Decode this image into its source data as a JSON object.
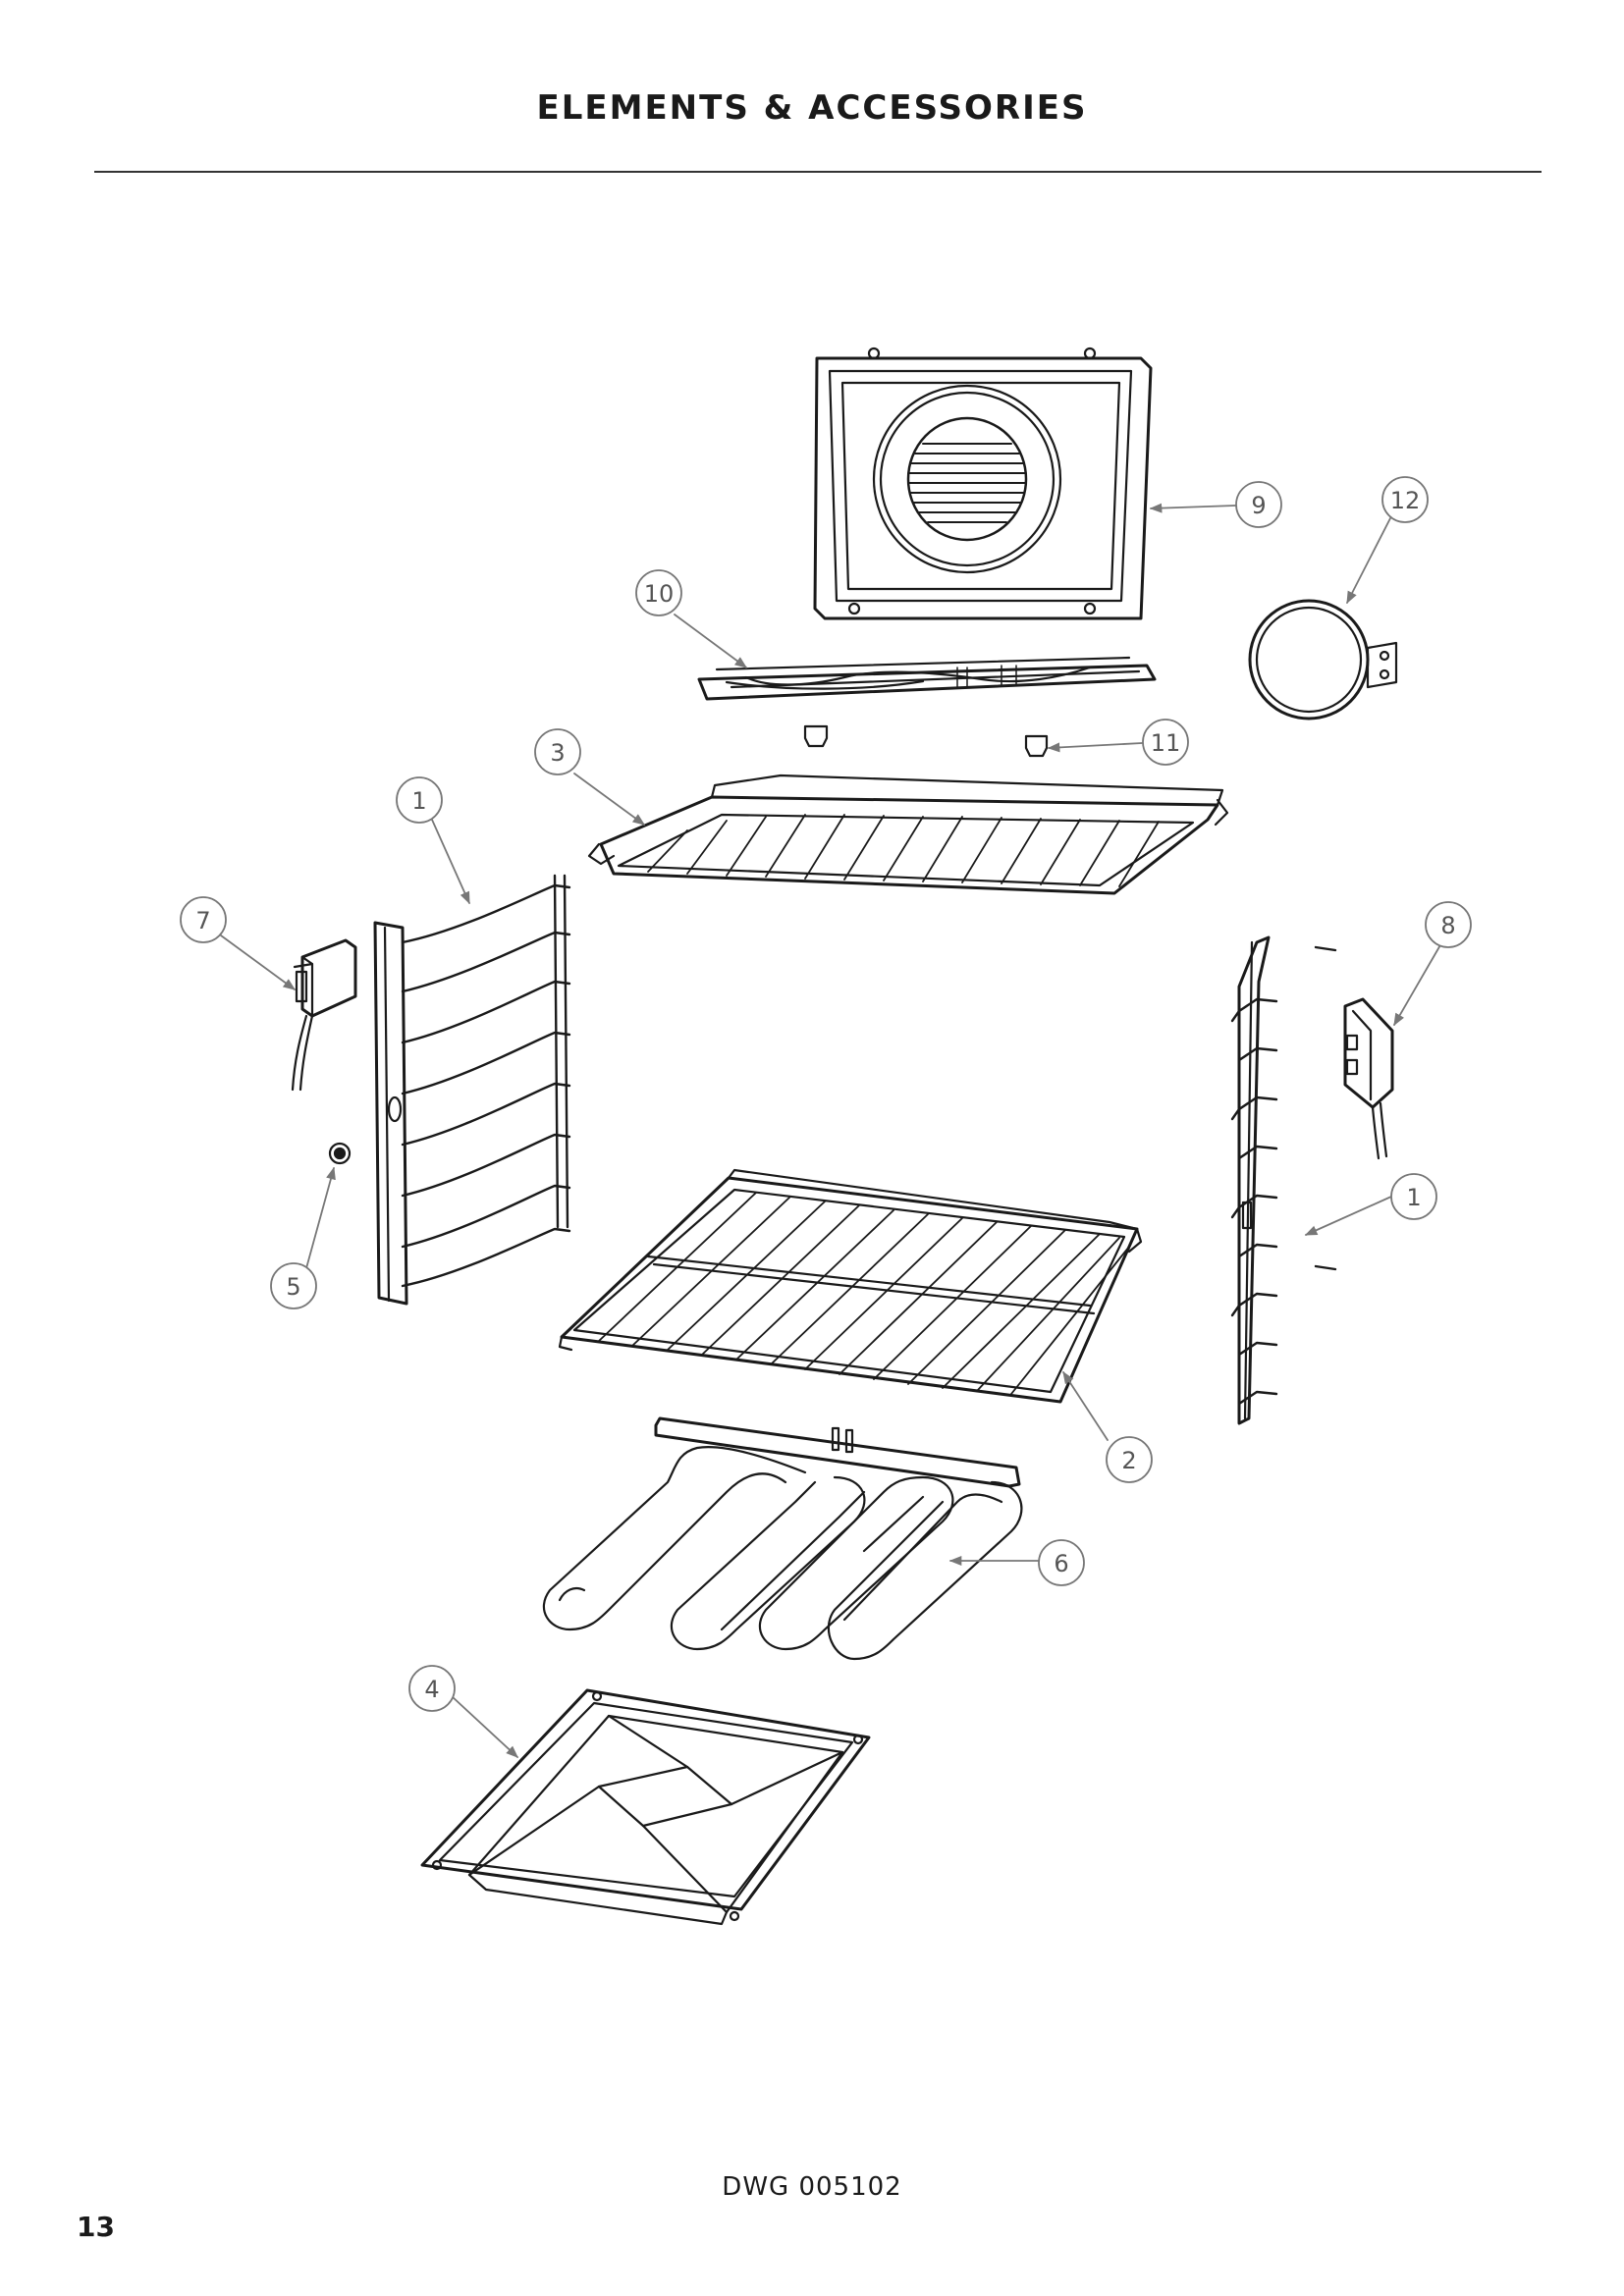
{
  "page": {
    "title": "ELEMENTS & ACCESSORIES",
    "drawing_number": "DWG 005102",
    "page_number": "13"
  },
  "callouts": [
    {
      "id": "fan-cover",
      "label": "9"
    },
    {
      "id": "fan-element",
      "label": "12"
    },
    {
      "id": "grill-element",
      "label": "10"
    },
    {
      "id": "element-clip",
      "label": "11"
    },
    {
      "id": "sliding-shelf",
      "label": "3"
    },
    {
      "id": "shelf-runner-left",
      "label": "1"
    },
    {
      "id": "shelf-runner-right",
      "label": "1"
    },
    {
      "id": "light-left",
      "label": "7"
    },
    {
      "id": "light-right",
      "label": "8"
    },
    {
      "id": "runner-fixing",
      "label": "5"
    },
    {
      "id": "wire-shelf",
      "label": "2"
    },
    {
      "id": "bake-element",
      "label": "6"
    },
    {
      "id": "tray",
      "label": "4"
    }
  ]
}
